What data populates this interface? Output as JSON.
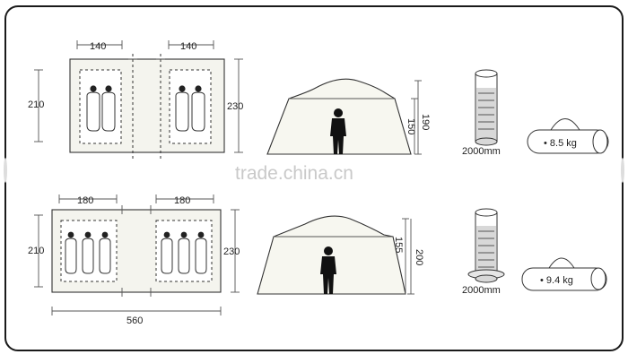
{
  "watermark": "trade.china.cn",
  "tents": [
    {
      "room_width": "140",
      "room_width_right": "140",
      "depth_left": "210",
      "depth_right": "230",
      "wall_height": "150",
      "peak_height": "190",
      "total_length": "",
      "hydrostatic": "2000mm",
      "weight": "• 8.5 kg",
      "sleepers_per_room": 2
    },
    {
      "room_width": "180",
      "room_width_right": "180",
      "depth_left": "210",
      "depth_right": "230",
      "wall_height": "155",
      "peak_height": "200",
      "total_length": "560",
      "hydrostatic": "2000mm",
      "weight": "• 9.4 kg",
      "sleepers_per_room": 3
    }
  ]
}
